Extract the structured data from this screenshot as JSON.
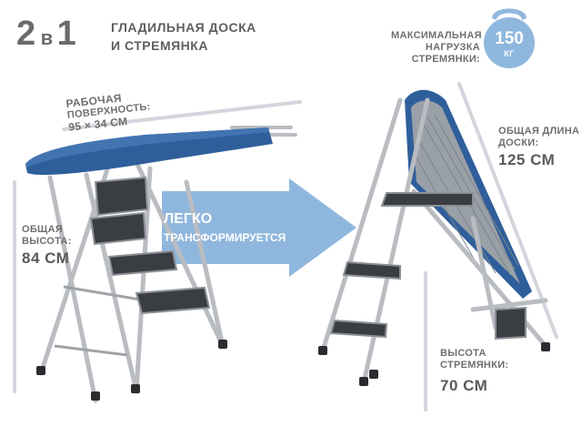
{
  "heading": {
    "num1": "2",
    "small": "в",
    "num2": "1"
  },
  "title": {
    "line1": "ГЛАДИЛЬНАЯ ДОСКА",
    "line2": "И СТРЕМЯНКА"
  },
  "max_load": {
    "label_line1": "МАКСИМАЛЬНАЯ",
    "label_line2": "НАГРУЗКА",
    "label_line3": "СТРЕМЯНКИ:",
    "value": "150",
    "unit": "КГ"
  },
  "work_surface": {
    "label_line1": "РАБОЧАЯ",
    "label_line2": "ПОВЕРХНОСТЬ:",
    "value": "95 × 34 СМ"
  },
  "total_height": {
    "label_line1": "ОБЩАЯ",
    "label_line2": "ВЫСОТА:",
    "value": "84 СМ"
  },
  "total_length": {
    "label_line1": "ОБЩАЯ ДЛИНА",
    "label_line2": "ДОСКИ:",
    "value": "125 СМ"
  },
  "ladder_height": {
    "label_line1": "ВЫСОТА",
    "label_line2": "СТРЕМЯНКИ:",
    "value": "70 СМ"
  },
  "arrow": {
    "line1": "ЛЕГКО",
    "line2": "ТРАНСФОРМИРУЕТСЯ"
  },
  "colors": {
    "arrow_fill": "#8fb7dd",
    "board_blue": "#2f5f9b",
    "frame_metal": "#b9bcc0",
    "text_gray": "#5b5b5b"
  }
}
